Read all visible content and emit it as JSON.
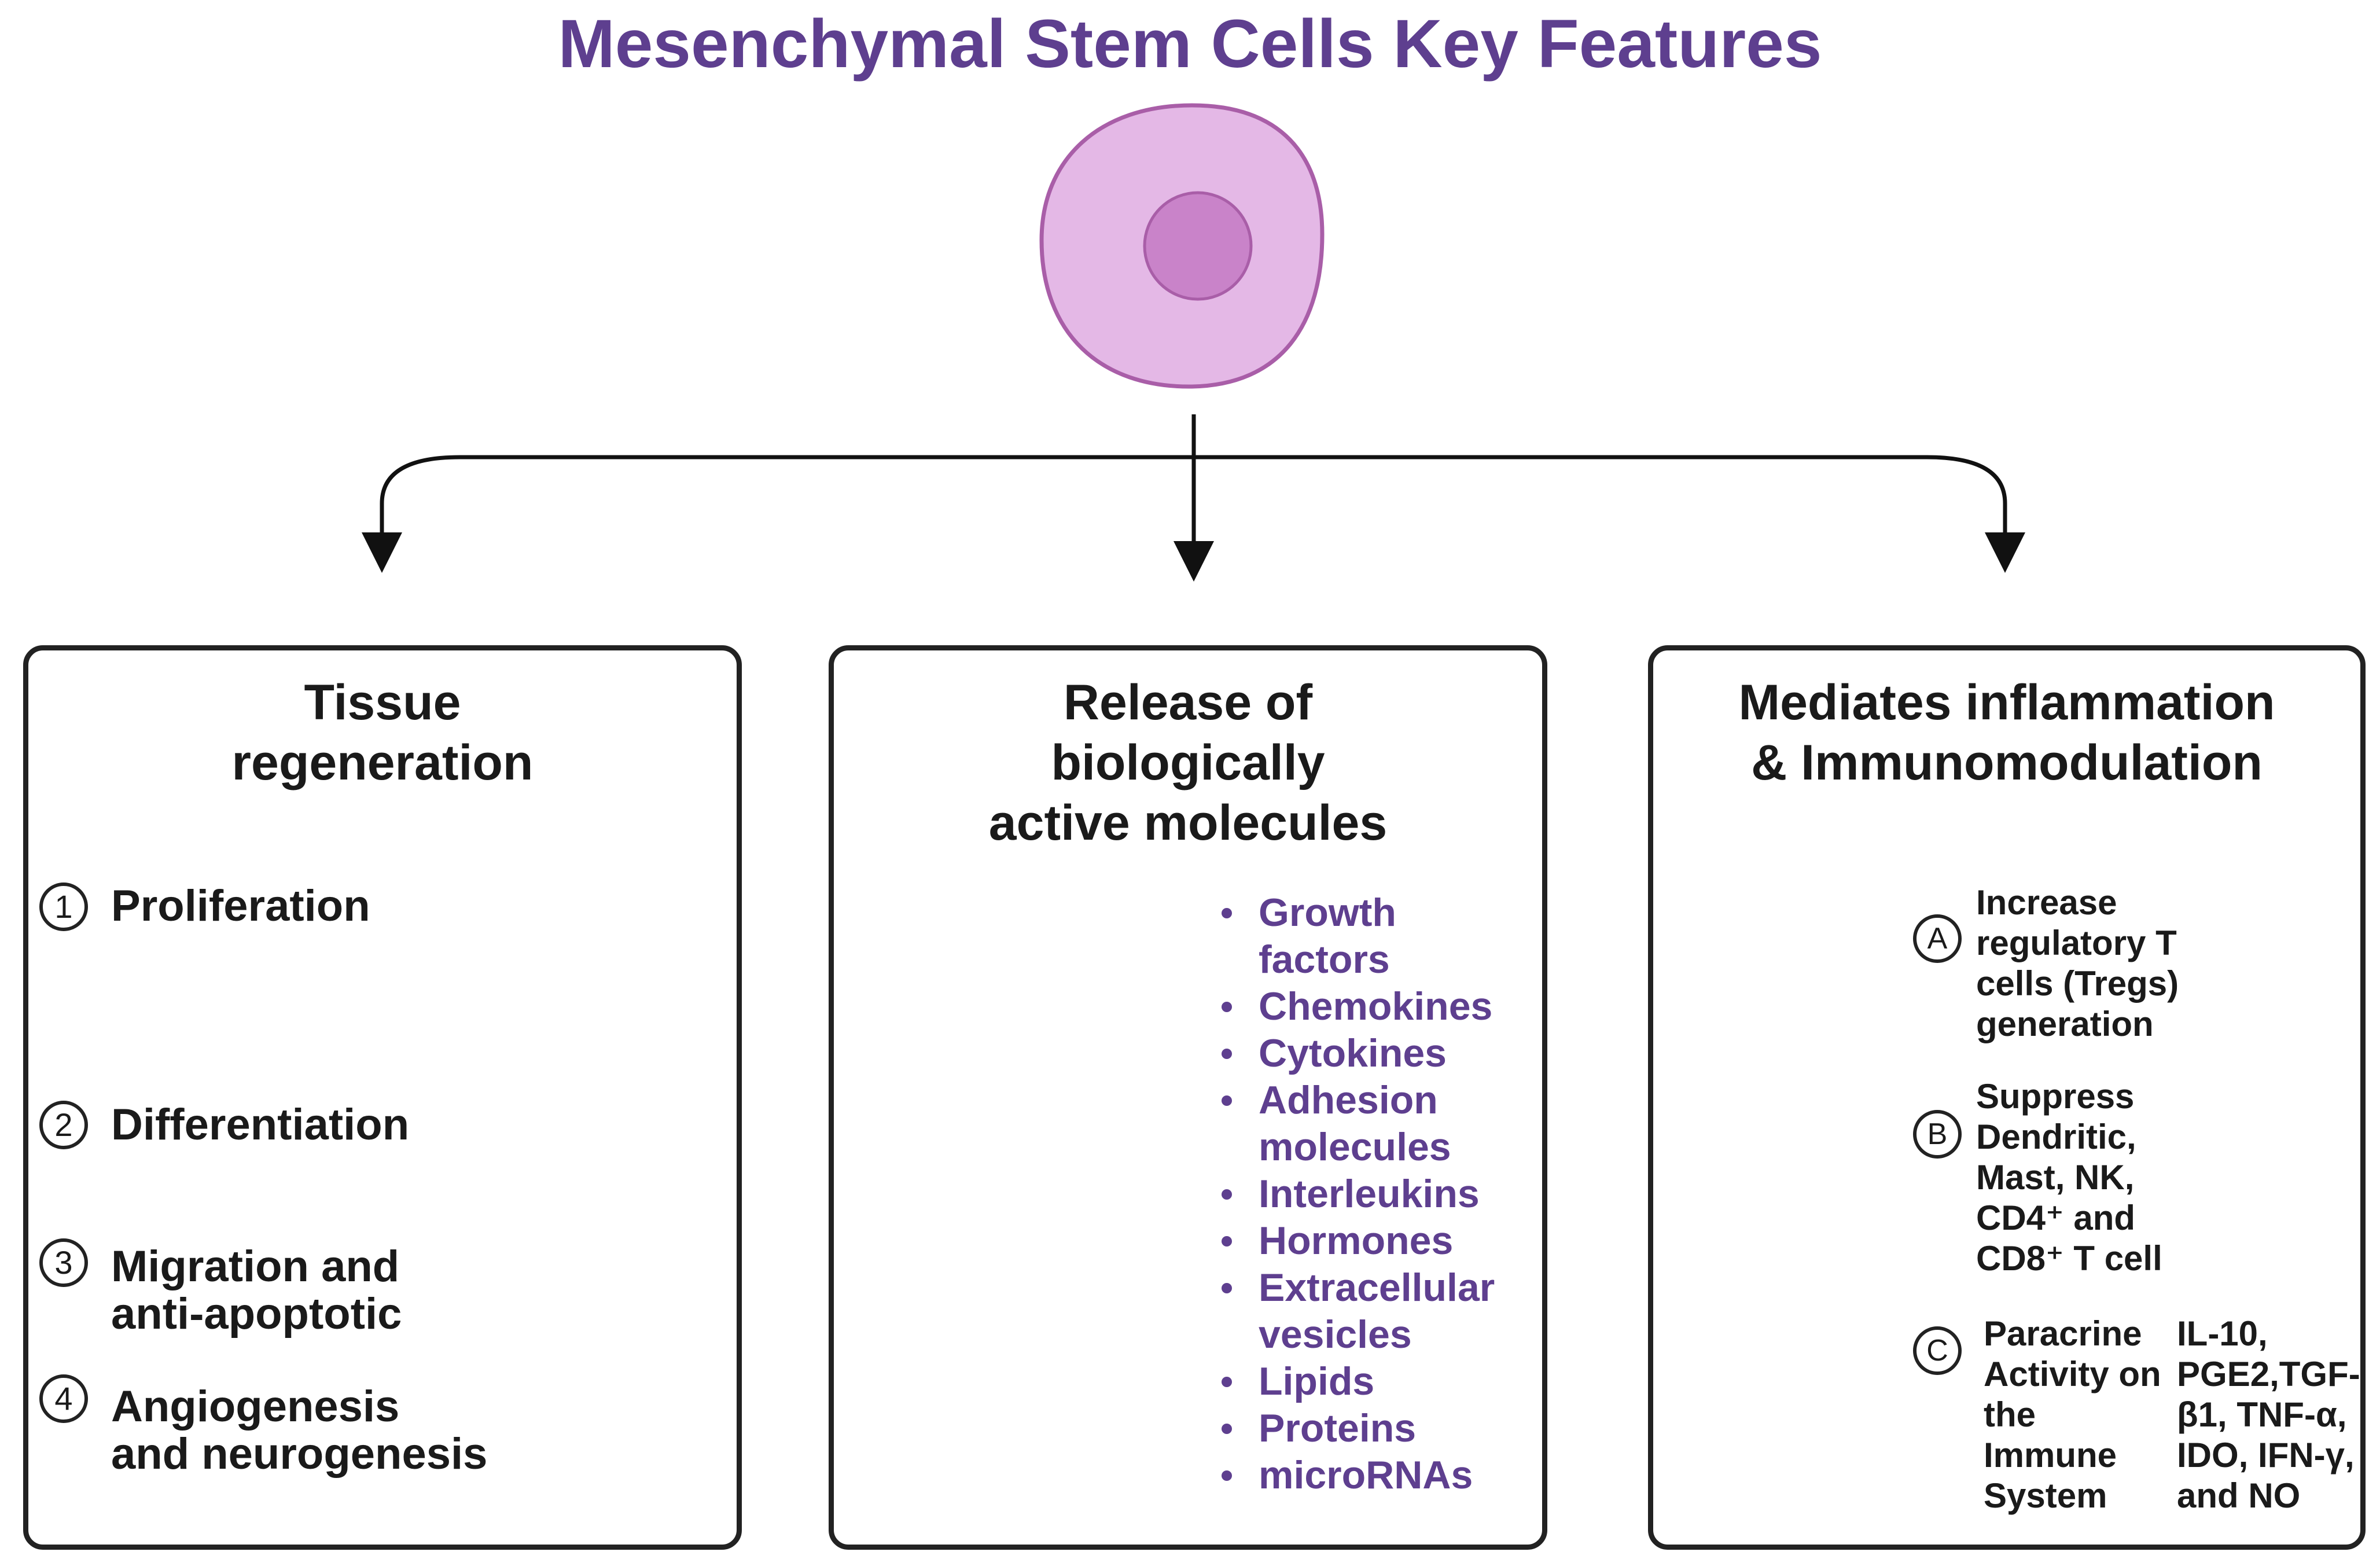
{
  "title": "Mesenchymal Stem Cells Key Features",
  "colors": {
    "title": "#5e3f8f",
    "cell_fill": "#e4b8e6",
    "cell_nucleus": "#c983c9",
    "molecule_text": "#5e3f8f",
    "panel_border": "#222222"
  },
  "panels": {
    "tissue": {
      "title_line1": "Tissue",
      "title_line2": "regeneration",
      "items": [
        {
          "num": "1",
          "line1": "Proliferation",
          "line2": ""
        },
        {
          "num": "2",
          "line1": "Differentiation",
          "line2": ""
        },
        {
          "num": "3",
          "line1": "Migration and",
          "line2": "anti-apoptotic"
        },
        {
          "num": "4",
          "line1": "Angiogenesis",
          "line2": "and neurogenesis"
        }
      ]
    },
    "release": {
      "title_line1": "Release of",
      "title_line2": "biologically",
      "title_line3": "active molecules",
      "molecules": [
        "Growth",
        "factors",
        "Chemokines",
        "Cytokines",
        "Adhesion",
        "molecules",
        "Interleukins",
        "Hormones",
        "Extracellular",
        "vesicles",
        "Lipids",
        "Proteins",
        "microRNAs"
      ]
    },
    "immuno": {
      "title_line1": "Mediates inflammation",
      "title_line2": "& Immunomodulation",
      "a_label": "A",
      "a_text": [
        "Increase",
        "regulatory T",
        "cells (Tregs)",
        "generation"
      ],
      "b_label": "B",
      "b_text": [
        "Suppress",
        "Dendritic,",
        "Mast, NK,",
        "CD4⁺ and",
        "CD8⁺ T cell"
      ],
      "c_label": "C",
      "c_text": [
        "Paracrine",
        "Activity on",
        "the",
        "Immune",
        "System"
      ],
      "c_factors": [
        "IL-10,",
        "PGE2,TGF-",
        "β1, TNF-α,",
        "IDO, IFN-γ,",
        "and NO"
      ]
    }
  }
}
